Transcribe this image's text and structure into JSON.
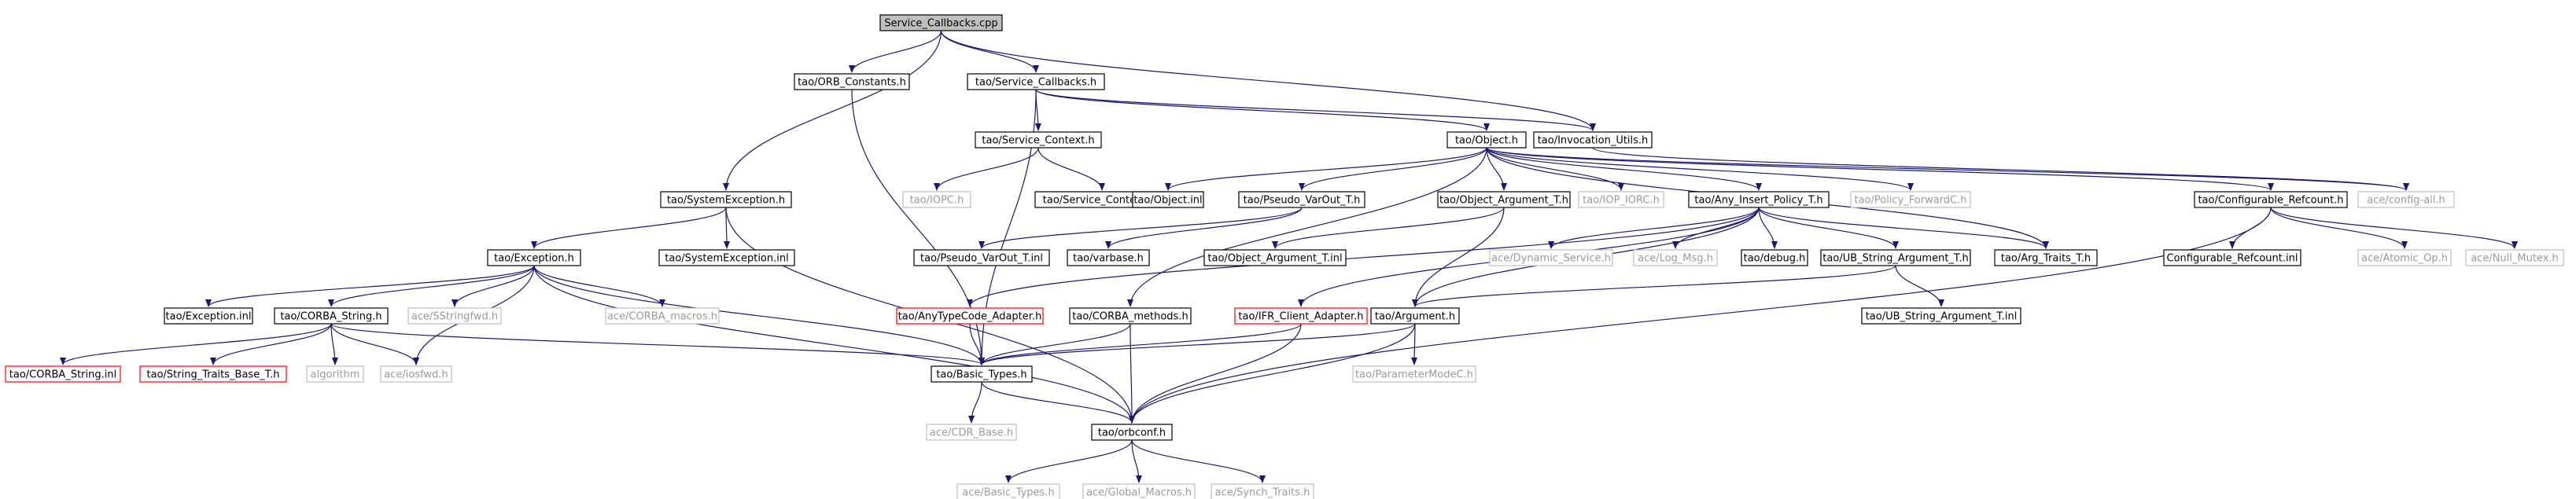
{
  "colors": {
    "edge": "#191970",
    "box_normal": "#000000",
    "box_truncated": "#ff0000",
    "box_external": "#bfbfbf",
    "text_normal": "#000000",
    "text_external": "#9a9a9a",
    "root_fill": "#bfbfbf"
  },
  "nodes": [
    {
      "id": "service_callbacks_cpp",
      "label": "Service_Callbacks.cpp",
      "kind": "root"
    },
    {
      "id": "orb_constants_h",
      "label": "tao/ORB_Constants.h",
      "kind": "normal"
    },
    {
      "id": "service_callbacks_h",
      "label": "tao/Service_Callbacks.h",
      "kind": "normal"
    },
    {
      "id": "system_exception_h",
      "label": "tao/SystemException.h",
      "kind": "normal"
    },
    {
      "id": "service_context_h",
      "label": "tao/Service_Context.h",
      "kind": "normal"
    },
    {
      "id": "object_h",
      "label": "tao/Object.h",
      "kind": "normal"
    },
    {
      "id": "invocation_utils_h",
      "label": "tao/Invocation_Utils.h",
      "kind": "normal"
    },
    {
      "id": "iopc_h",
      "label": "tao/IOPC.h",
      "kind": "external"
    },
    {
      "id": "service_context_inl",
      "label": "tao/Service_Context.inl",
      "kind": "normal"
    },
    {
      "id": "object_inl",
      "label": "tao/Object.inl",
      "kind": "normal"
    },
    {
      "id": "pseudo_varout_t_h",
      "label": "tao/Pseudo_VarOut_T.h",
      "kind": "normal"
    },
    {
      "id": "object_argument_t_h",
      "label": "tao/Object_Argument_T.h",
      "kind": "normal"
    },
    {
      "id": "iop_iorc_h",
      "label": "tao/IOP_IORC.h",
      "kind": "external"
    },
    {
      "id": "any_insert_policy_t_h",
      "label": "tao/Any_Insert_Policy_T.h",
      "kind": "normal"
    },
    {
      "id": "policy_forwardc_h",
      "label": "tao/Policy_ForwardC.h",
      "kind": "external"
    },
    {
      "id": "configurable_refcount_h",
      "label": "tao/Configurable_Refcount.h",
      "kind": "normal"
    },
    {
      "id": "config_all_h",
      "label": "ace/config-all.h",
      "kind": "external"
    },
    {
      "id": "exception_h",
      "label": "tao/Exception.h",
      "kind": "normal"
    },
    {
      "id": "system_exception_inl",
      "label": "tao/SystemException.inl",
      "kind": "normal"
    },
    {
      "id": "pseudo_varout_t_inl",
      "label": "tao/Pseudo_VarOut_T.inl",
      "kind": "normal"
    },
    {
      "id": "varbase_h",
      "label": "tao/varbase.h",
      "kind": "normal"
    },
    {
      "id": "object_argument_t_inl",
      "label": "tao/Object_Argument_T.inl",
      "kind": "normal"
    },
    {
      "id": "dynamic_service_h",
      "label": "ace/Dynamic_Service.h",
      "kind": "external"
    },
    {
      "id": "log_msg_h",
      "label": "ace/Log_Msg.h",
      "kind": "external"
    },
    {
      "id": "debug_h",
      "label": "tao/debug.h",
      "kind": "normal"
    },
    {
      "id": "ub_string_argument_t_h",
      "label": "tao/UB_String_Argument_T.h",
      "kind": "normal"
    },
    {
      "id": "arg_traits_t_h",
      "label": "tao/Arg_Traits_T.h",
      "kind": "normal"
    },
    {
      "id": "configurable_refcount_inl",
      "label": "Configurable_Refcount.inl",
      "kind": "normal"
    },
    {
      "id": "atomic_op_h",
      "label": "ace/Atomic_Op.h",
      "kind": "external"
    },
    {
      "id": "null_mutex_h",
      "label": "ace/Null_Mutex.h",
      "kind": "external"
    },
    {
      "id": "exception_inl",
      "label": "tao/Exception.inl",
      "kind": "normal"
    },
    {
      "id": "corba_string_h",
      "label": "tao/CORBA_String.h",
      "kind": "normal"
    },
    {
      "id": "sstringfwd_h",
      "label": "ace/SStringfwd.h",
      "kind": "external"
    },
    {
      "id": "corba_macros_h",
      "label": "ace/CORBA_macros.h",
      "kind": "external"
    },
    {
      "id": "anytypecode_adapter_h",
      "label": "tao/AnyTypeCode_Adapter.h",
      "kind": "truncated"
    },
    {
      "id": "corba_methods_h",
      "label": "tao/CORBA_methods.h",
      "kind": "normal"
    },
    {
      "id": "ifr_client_adapter_h",
      "label": "tao/IFR_Client_Adapter.h",
      "kind": "truncated"
    },
    {
      "id": "argument_h",
      "label": "tao/Argument.h",
      "kind": "normal"
    },
    {
      "id": "ub_string_argument_t_inl",
      "label": "tao/UB_String_Argument_T.inl",
      "kind": "normal"
    },
    {
      "id": "corba_string_inl",
      "label": "tao/CORBA_String.inl",
      "kind": "truncated"
    },
    {
      "id": "string_traits_base_t_h",
      "label": "tao/String_Traits_Base_T.h",
      "kind": "truncated"
    },
    {
      "id": "algorithm",
      "label": "algorithm",
      "kind": "external"
    },
    {
      "id": "iosfwd_h",
      "label": "ace/iosfwd.h",
      "kind": "external"
    },
    {
      "id": "basic_types_h",
      "label": "tao/Basic_Types.h",
      "kind": "normal"
    },
    {
      "id": "parametermodec_h",
      "label": "tao/ParameterModeC.h",
      "kind": "external"
    },
    {
      "id": "cdr_base_h",
      "label": "ace/CDR_Base.h",
      "kind": "external"
    },
    {
      "id": "orbconf_h",
      "label": "tao/orbconf.h",
      "kind": "normal"
    },
    {
      "id": "ace_basic_types_h",
      "label": "ace/Basic_Types.h",
      "kind": "external"
    },
    {
      "id": "global_macros_h",
      "label": "ace/Global_Macros.h",
      "kind": "external"
    },
    {
      "id": "synch_traits_h",
      "label": "ace/Synch_Traits.h",
      "kind": "external"
    }
  ],
  "edges": [
    [
      "service_callbacks_cpp",
      "orb_constants_h"
    ],
    [
      "service_callbacks_cpp",
      "service_callbacks_h"
    ],
    [
      "service_callbacks_cpp",
      "system_exception_h"
    ],
    [
      "service_callbacks_cpp",
      "invocation_utils_h"
    ],
    [
      "orb_constants_h",
      "basic_types_h"
    ],
    [
      "service_callbacks_h",
      "service_context_h"
    ],
    [
      "service_callbacks_h",
      "object_h"
    ],
    [
      "service_callbacks_h",
      "invocation_utils_h"
    ],
    [
      "service_callbacks_h",
      "basic_types_h"
    ],
    [
      "service_context_h",
      "iopc_h"
    ],
    [
      "service_context_h",
      "service_context_inl"
    ],
    [
      "object_h",
      "object_inl"
    ],
    [
      "object_h",
      "pseudo_varout_t_h"
    ],
    [
      "object_h",
      "object_argument_t_h"
    ],
    [
      "object_h",
      "iop_iorc_h"
    ],
    [
      "object_h",
      "any_insert_policy_t_h"
    ],
    [
      "object_h",
      "policy_forwardc_h"
    ],
    [
      "object_h",
      "configurable_refcount_h"
    ],
    [
      "object_h",
      "config_all_h"
    ],
    [
      "object_h",
      "arg_traits_t_h"
    ],
    [
      "object_h",
      "corba_methods_h"
    ],
    [
      "invocation_utils_h",
      "config_all_h"
    ],
    [
      "system_exception_h",
      "exception_h"
    ],
    [
      "system_exception_h",
      "system_exception_inl"
    ],
    [
      "system_exception_h",
      "orbconf_h"
    ],
    [
      "pseudo_varout_t_h",
      "pseudo_varout_t_inl"
    ],
    [
      "pseudo_varout_t_h",
      "varbase_h"
    ],
    [
      "object_argument_t_h",
      "object_argument_t_inl"
    ],
    [
      "object_argument_t_h",
      "argument_h"
    ],
    [
      "any_insert_policy_t_h",
      "dynamic_service_h"
    ],
    [
      "any_insert_policy_t_h",
      "log_msg_h"
    ],
    [
      "any_insert_policy_t_h",
      "debug_h"
    ],
    [
      "any_insert_policy_t_h",
      "ub_string_argument_t_h"
    ],
    [
      "any_insert_policy_t_h",
      "arg_traits_t_h"
    ],
    [
      "any_insert_policy_t_h",
      "anytypecode_adapter_h"
    ],
    [
      "any_insert_policy_t_h",
      "ifr_client_adapter_h"
    ],
    [
      "any_insert_policy_t_h",
      "argument_h"
    ],
    [
      "configurable_refcount_h",
      "configurable_refcount_inl"
    ],
    [
      "configurable_refcount_h",
      "atomic_op_h"
    ],
    [
      "configurable_refcount_h",
      "null_mutex_h"
    ],
    [
      "configurable_refcount_h",
      "orbconf_h"
    ],
    [
      "ub_string_argument_t_h",
      "ub_string_argument_t_inl"
    ],
    [
      "ub_string_argument_t_h",
      "argument_h"
    ],
    [
      "exception_h",
      "exception_inl"
    ],
    [
      "exception_h",
      "corba_string_h"
    ],
    [
      "exception_h",
      "sstringfwd_h"
    ],
    [
      "exception_h",
      "corba_macros_h"
    ],
    [
      "exception_h",
      "iosfwd_h"
    ],
    [
      "exception_h",
      "basic_types_h"
    ],
    [
      "exception_h",
      "orbconf_h"
    ],
    [
      "corba_string_h",
      "corba_string_inl"
    ],
    [
      "corba_string_h",
      "string_traits_base_t_h"
    ],
    [
      "corba_string_h",
      "algorithm"
    ],
    [
      "corba_string_h",
      "iosfwd_h"
    ],
    [
      "corba_string_h",
      "basic_types_h"
    ],
    [
      "anytypecode_adapter_h",
      "basic_types_h"
    ],
    [
      "corba_methods_h",
      "basic_types_h"
    ],
    [
      "corba_methods_h",
      "orbconf_h"
    ],
    [
      "ifr_client_adapter_h",
      "basic_types_h"
    ],
    [
      "ifr_client_adapter_h",
      "orbconf_h"
    ],
    [
      "argument_h",
      "parametermodec_h"
    ],
    [
      "argument_h",
      "basic_types_h"
    ],
    [
      "argument_h",
      "orbconf_h"
    ],
    [
      "basic_types_h",
      "cdr_base_h"
    ],
    [
      "basic_types_h",
      "orbconf_h"
    ],
    [
      "orbconf_h",
      "ace_basic_types_h"
    ],
    [
      "orbconf_h",
      "global_macros_h"
    ],
    [
      "orbconf_h",
      "synch_traits_h"
    ]
  ]
}
